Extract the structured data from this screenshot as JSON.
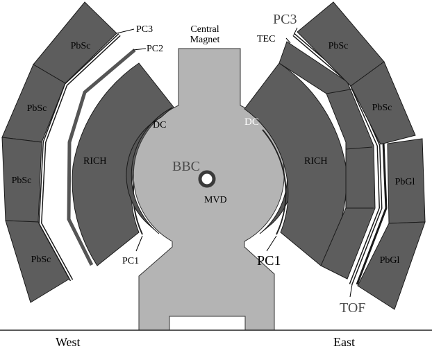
{
  "labels": {
    "pbsc": "PbSc",
    "pbgl": "PbGl",
    "pc1": "PC1",
    "pc2": "PC2",
    "pc3": "PC3",
    "rich": "RICH",
    "dc": "DC",
    "bbc": "BBC",
    "mvd": "MVD",
    "tec": "TEC",
    "tof": "TOF",
    "central_magnet_line1": "Central",
    "central_magnet_line2": "Magnet",
    "west": "West",
    "east": "East"
  }
}
